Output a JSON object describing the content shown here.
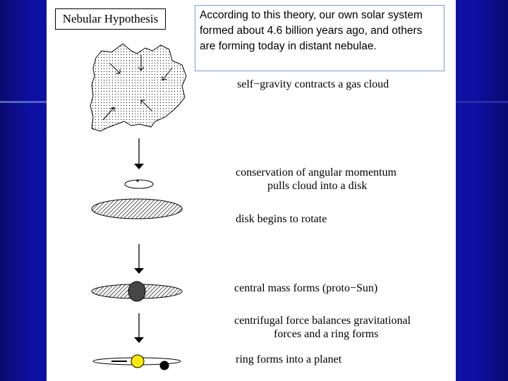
{
  "title": "Nebular Hypothesis",
  "callout_text": "According to this theory, our own solar system formed about 4.6 billion years ago, and others are forming today in distant nebulae.",
  "steps": [
    {
      "line1": "self−gravity contracts a gas cloud"
    },
    {
      "line1": "conservation of angular momentum",
      "line2": "pulls cloud into a disk"
    },
    {
      "line1": "disk begins to rotate"
    },
    {
      "line1": "central mass forms (proto−Sun)"
    },
    {
      "line1": "centrifugal force balances gravitational",
      "line2": "forces and a ring forms"
    },
    {
      "line1": "ring forms into a planet"
    }
  ],
  "colors": {
    "slide_bg": "#1a1ab8",
    "callout_border": "#7aa0d0",
    "sun": "#ffe800"
  }
}
